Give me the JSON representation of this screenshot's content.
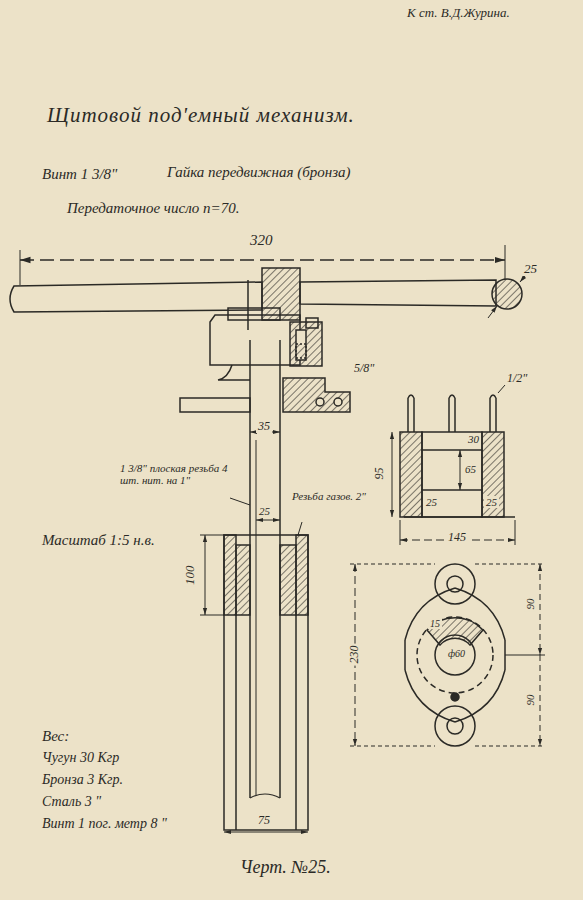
{
  "diagram": {
    "title": "Щитовой под'емный механизм.",
    "caption": "Черт. №25.",
    "labels": [
      "К ст. В.Д.Журина.",
      "Винт 1 3/8\"",
      "Гайка передвижная (бронза)",
      "Передаточное число n=70.",
      "320",
      "25",
      "5/8\"",
      "35",
      "1 3/8\" плоская резьба 4 шт. нит. на 1\"",
      "25",
      "Резьба газов. 2\"",
      "100",
      "Масштаб 1:5 н.в.",
      "75",
      "Вес:",
      "Чугун 30 Кгр",
      "Бронза 3 Кгр.",
      "Сталь 3 \"",
      "Винт 1 пог. метр 8 \"",
      "1/2\"",
      "30",
      "95",
      "65",
      "25",
      "25",
      "145",
      "15",
      "ф60",
      "230",
      "90",
      "90"
    ]
  }
}
